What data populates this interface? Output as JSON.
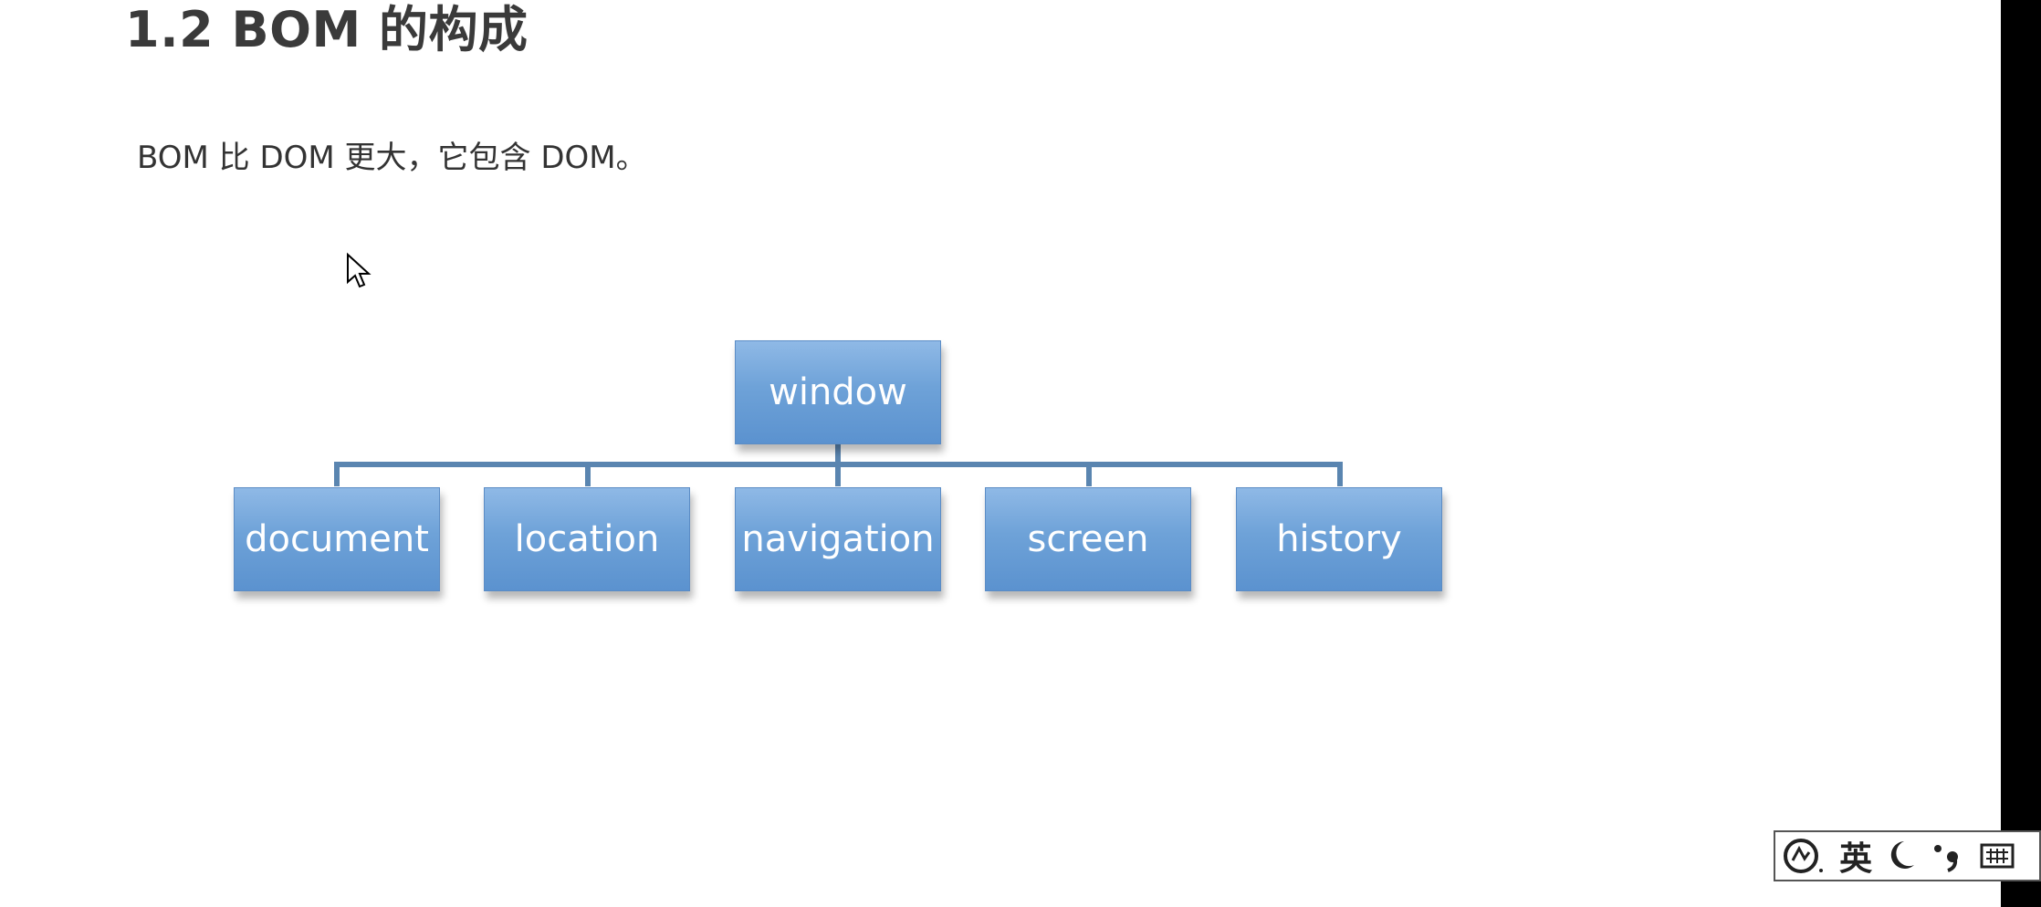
{
  "slide": {
    "title": "1.2 BOM 的构成",
    "subtitle": "BOM 比 DOM 更大，它包含 DOM。"
  },
  "diagram": {
    "root": "window",
    "children": [
      "document",
      "location",
      "navigation",
      "screen",
      "history"
    ],
    "node_color": "#6ea2d8",
    "connector_color": "#5a85b0"
  },
  "ime": {
    "language": "英",
    "icons": [
      "ime-logo-icon",
      "moon-icon",
      "punctuation-icon",
      "keyboard-icon"
    ]
  }
}
